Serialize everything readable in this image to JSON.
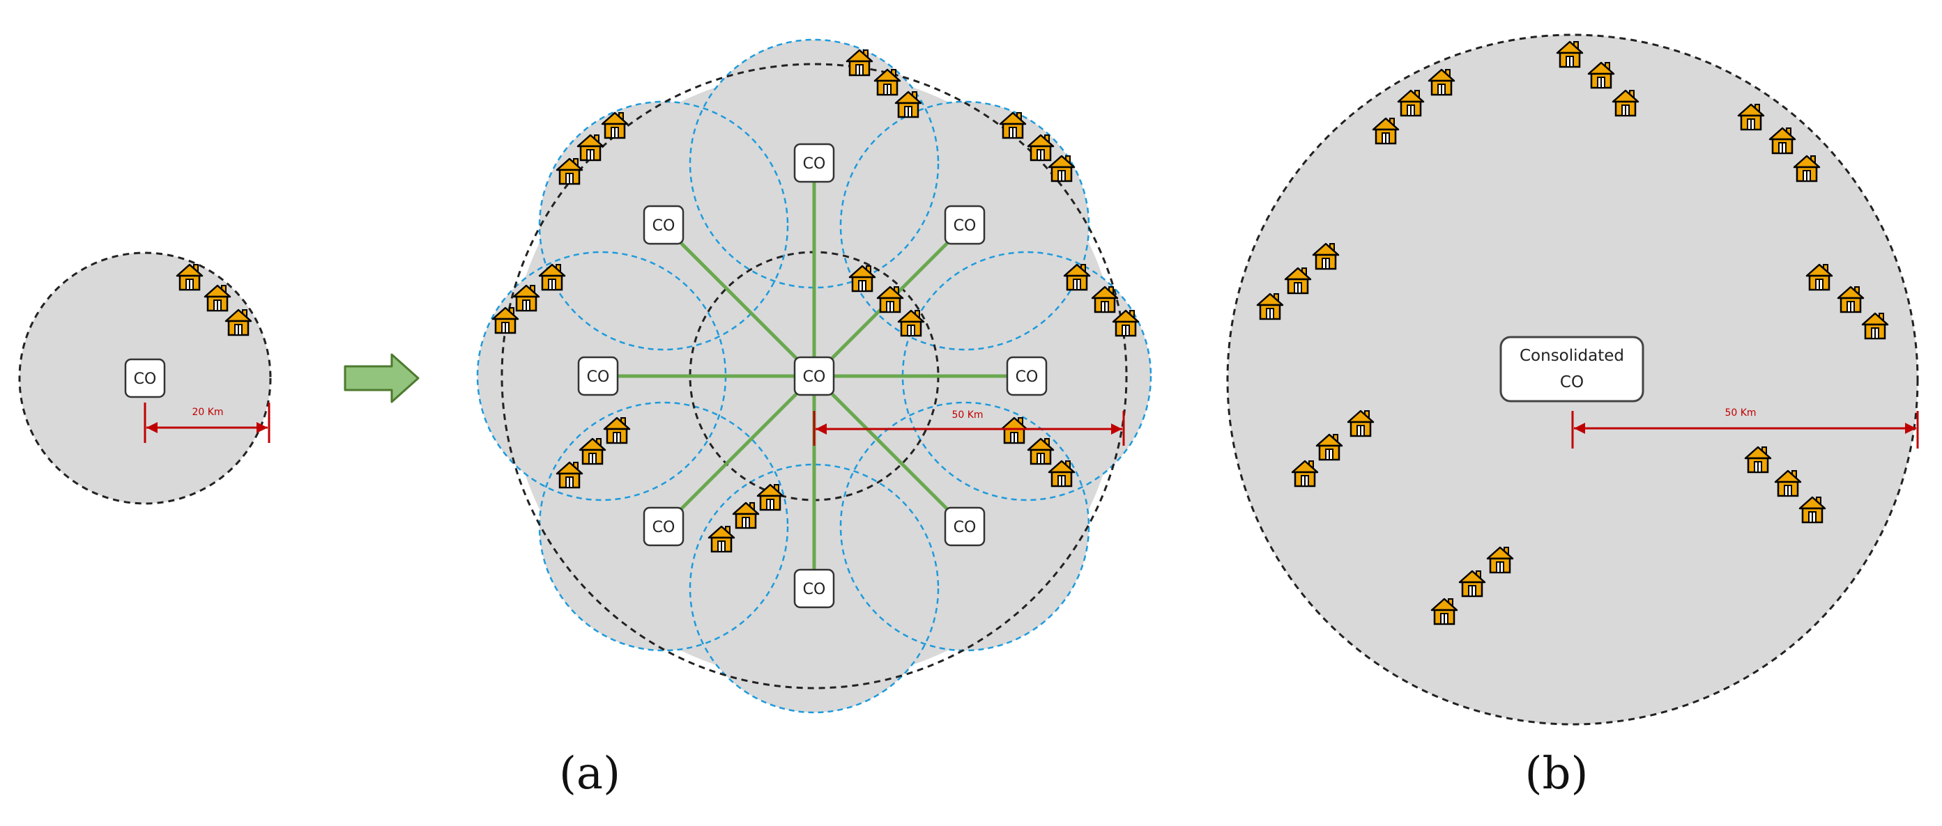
{
  "panels": {
    "a": {
      "label": "(a)"
    },
    "b": {
      "label": "(b)"
    }
  },
  "nodes": {
    "co": "CO",
    "consolidated_line1": "Consolidated",
    "consolidated_line2": "CO"
  },
  "distances": {
    "small": "20 Km",
    "large_a": "50 Km",
    "large_b": "50 Km"
  },
  "colors": {
    "area_fill": "#d9d9d9",
    "dashed_outline": "#222222",
    "coverage_circle": "#1e9bdc",
    "link": "#6aa84f",
    "distance_marker": "#c00000",
    "house": "#f0a500",
    "arrow": "#93c47d"
  },
  "icons": {
    "house": "house-icon",
    "arrow": "right-arrow-icon"
  }
}
